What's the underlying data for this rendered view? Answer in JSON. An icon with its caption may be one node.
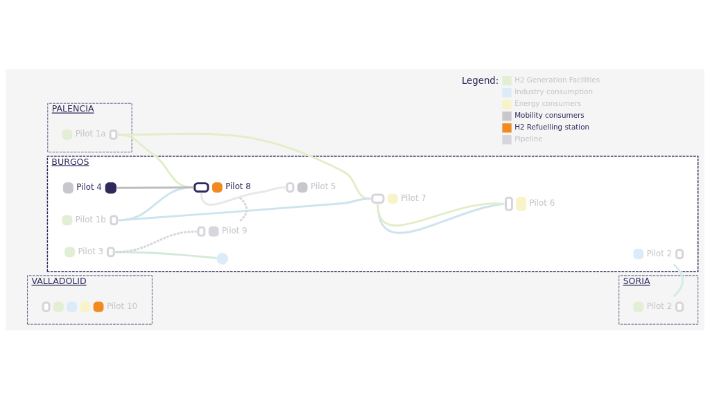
{
  "diagram": {
    "nodes": [
      {
        "text": [
          "BURGOS"
        ]
      },
      {
        "text": [
          "Pilot 1b"
        ],
        "in": 0
      },
      {
        "text": [],
        "shape": "circle",
        "in": 0
      },
      {
        "text": [
          "Pilot 4"
        ],
        "in": 0
      },
      {
        "text": [
          "Pilot 9"
        ],
        "in": 0
      },
      {
        "text": [
          "Pilot 3"
        ],
        "in": 0
      },
      {
        "text": [
          "Pilot 8"
        ],
        "in": 0
      },
      {
        "text": [
          "Pilot 7"
        ],
        "in": 0
      },
      {
        "text": [
          "Pilot 6"
        ],
        "in": 0
      },
      {
        "text": [
          "Pilot 5"
        ],
        "in": 0
      },
      {
        "text": [
          "Pilot 2"
        ],
        "in": 0
      },
      {
        "text": [
          "PALENCIA"
        ]
      },
      {
        "text": [
          "Pilot 1a"
        ],
        "in": 11
      },
      {
        "text": [
          "VALLADOLID"
        ]
      },
      {
        "text": [
          "Pilot 10"
        ],
        "in": 13
      },
      {
        "text": [
          "SORIA"
        ]
      },
      {
        "text": [
          "Pilot 2"
        ],
        "in": 15
      }
    ],
    "edges": [
      {
        "from": 1,
        "to": 7,
        "arrow": "none",
        "color": "#cde4ef"
      },
      {
        "from": 1,
        "to": 6,
        "arrow": "none",
        "color": "#cde4ef"
      },
      {
        "from": 5,
        "to": 2,
        "arrow": "none",
        "color": "#d3eadb"
      },
      {
        "from": 5,
        "to": 4,
        "arrow": "none",
        "style": "dashed",
        "color": "#d6d6dc"
      },
      {
        "from": 6,
        "to": 4,
        "arrow": "none",
        "style": "dashed",
        "color": "#d6d6dc"
      },
      {
        "from": 3,
        "to": 6,
        "arrow": "none",
        "color": "#bdbdc0"
      },
      {
        "from": 12,
        "to": 7,
        "arrow": "none",
        "color": "#e2eec8"
      },
      {
        "from": 12,
        "to": 6,
        "arrow": "none",
        "color": "#e2eec8"
      },
      {
        "from": 7,
        "to": 8,
        "arrow": "none",
        "color": "#cde4ef"
      },
      {
        "from": 7,
        "to": 8,
        "arrow": "none",
        "color": "#e2eec8"
      },
      {
        "from": 6,
        "to": 9,
        "arrow": "none",
        "color": "#e8e8ea"
      },
      {
        "from": 16,
        "to": 10,
        "arrow": "none",
        "color": "#d3ebea"
      }
    ],
    "labels": [
      "Legend:"
    ],
    "legend": [
      {
        "text": "H2 Generation Facilities",
        "color": "#e2efd4"
      },
      {
        "text": "Industry consumption",
        "color": "#dcebf8"
      },
      {
        "text": "Energy consumers",
        "color": "#f8f3c8"
      },
      {
        "text": "Mobility consumers",
        "color": "#c8c8cc"
      },
      {
        "text": "H2 Refuelling station",
        "color": "#f28b1f"
      },
      {
        "text": "Pipeline",
        "color": "#d6d6dc"
      }
    ]
  }
}
